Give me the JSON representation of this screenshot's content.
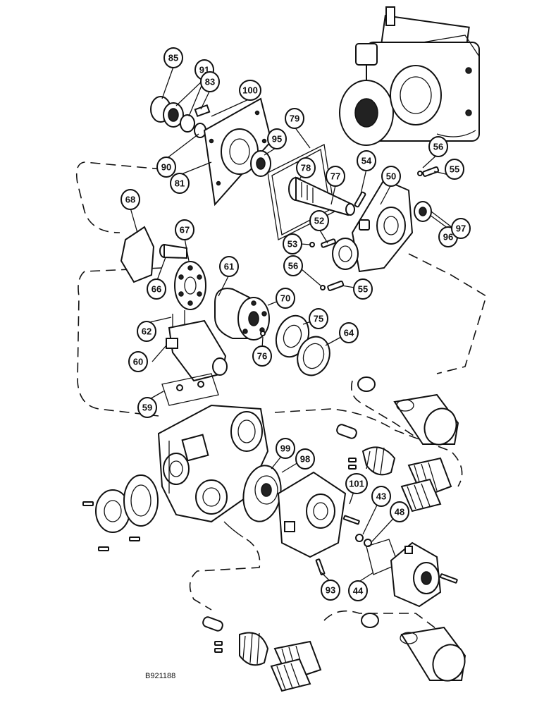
{
  "figure": {
    "drawing_number": "B921188",
    "callouts": [
      "85",
      "91",
      "83",
      "100",
      "79",
      "90",
      "81",
      "95",
      "78",
      "77",
      "54",
      "50",
      "56",
      "55",
      "68",
      "67",
      "52",
      "53",
      "96",
      "97",
      "61",
      "66",
      "70",
      "56",
      "55",
      "75",
      "62",
      "64",
      "60",
      "76",
      "59",
      "99",
      "98",
      "101",
      "43",
      "48",
      "93",
      "44"
    ]
  }
}
